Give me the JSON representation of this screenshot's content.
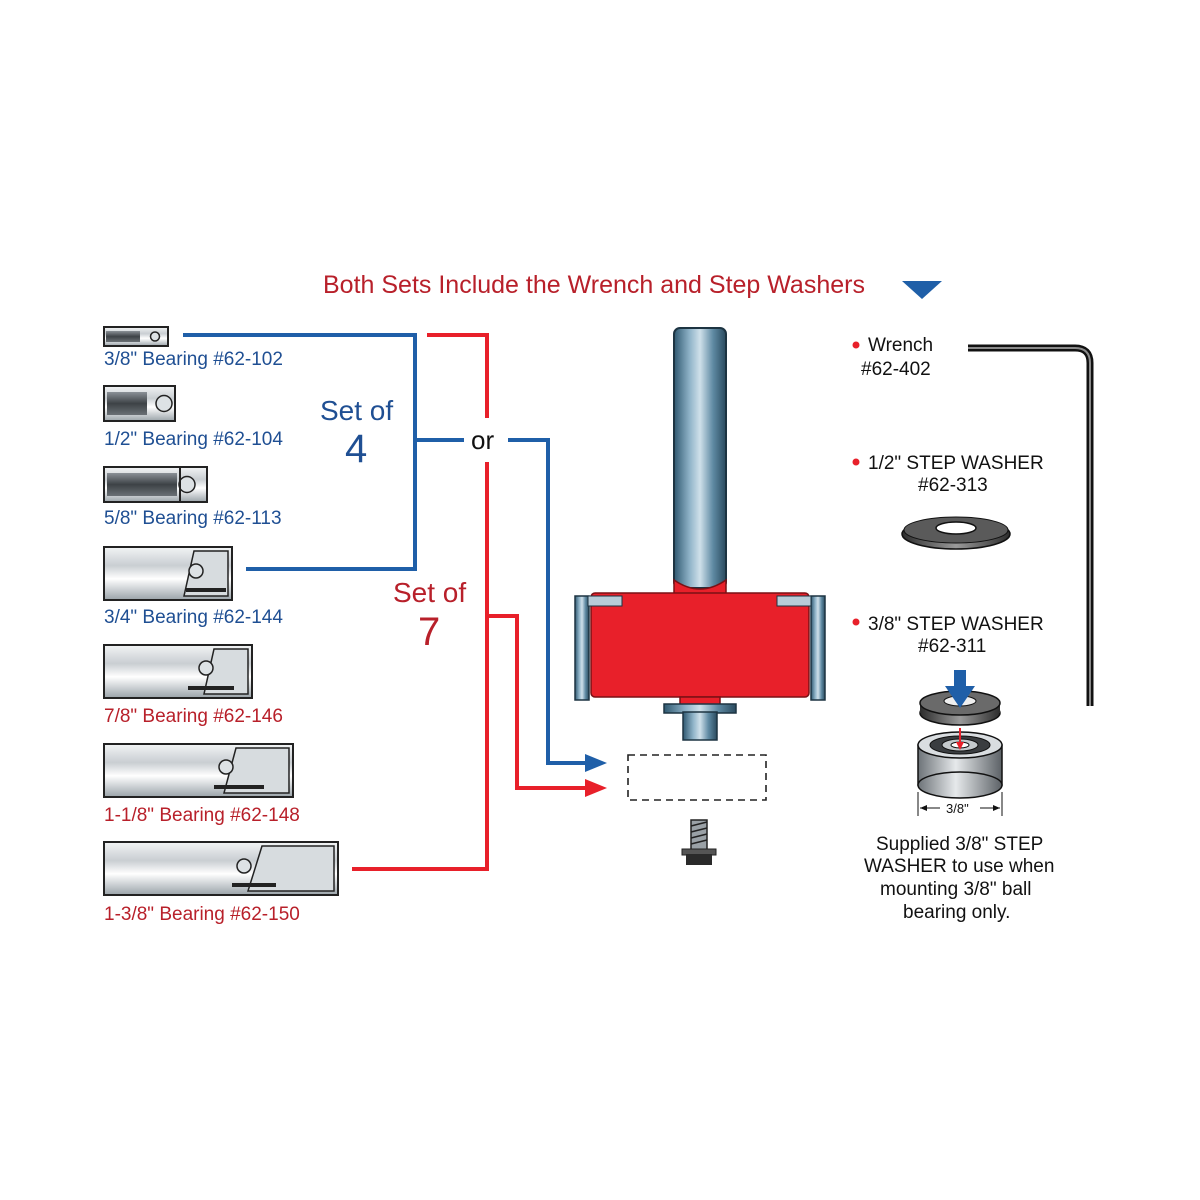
{
  "header": {
    "text": "Both Sets Include the Wrench and Step Washers"
  },
  "bearings": [
    {
      "label": "3/8\" Bearing #62-102",
      "set": "4"
    },
    {
      "label": "1/2\" Bearing #62-104",
      "set": "4"
    },
    {
      "label": "5/8\" Bearing #62-113",
      "set": "4"
    },
    {
      "label": "3/4\" Bearing #62-144",
      "set": "4"
    },
    {
      "label": "7/8\" Bearing #62-146",
      "set": "7"
    },
    {
      "label": "1-1/8\" Bearing #62-148",
      "set": "7"
    },
    {
      "label": "1-3/8\" Bearing #62-150",
      "set": "7"
    }
  ],
  "sets": {
    "set4_line1": "Set of",
    "set4_line2": "4",
    "or": "or",
    "set7_line1": "Set of",
    "set7_line2": "7"
  },
  "accessories": {
    "wrench_line1": "Wrench",
    "wrench_line2": "#62-402",
    "washer_half_line1": "1/2\" STEP WASHER",
    "washer_half_line2": "#62-313",
    "washer_38_line1": "3/8\" STEP WASHER",
    "washer_38_line2": "#62-311",
    "dimension": "3/8\"",
    "note_line1": "Supplied 3/8\" STEP",
    "note_line2": "WASHER to use when",
    "note_line3": "mounting 3/8\" ball",
    "note_line4": "bearing only."
  },
  "colors": {
    "blue": "#1f5fa8",
    "red": "#e8202a",
    "label_blue": "#1f4f93",
    "label_red": "#b8202a",
    "steel": "#6f8ea0"
  }
}
